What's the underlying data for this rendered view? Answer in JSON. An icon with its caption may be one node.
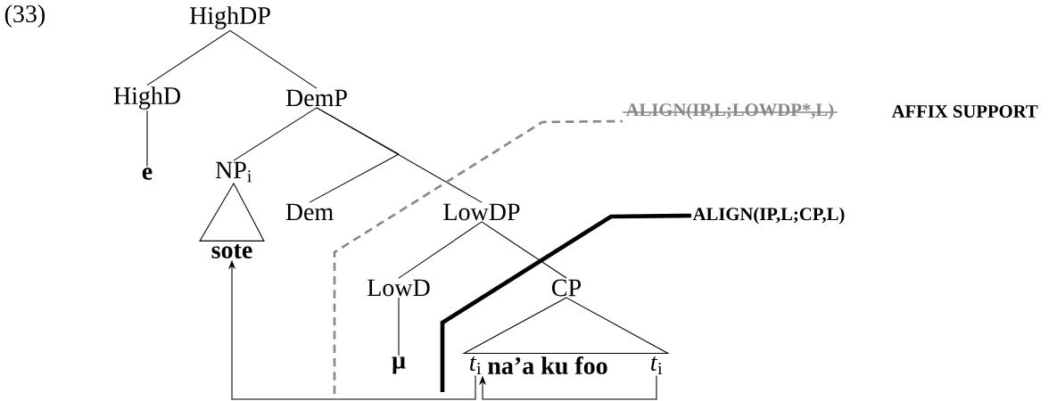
{
  "diagram": {
    "nodes": [
      {
        "text": [
          "HighDP"
        ]
      },
      {
        "text": [
          "HighD"
        ]
      },
      {
        "text": [
          "DemP"
        ]
      },
      {
        "text": [
          "e"
        ]
      },
      {
        "text": [
          "NP$_{i}$"
        ]
      },
      {
        "text": [
          "Dem"
        ]
      },
      {
        "text": [
          "LowDP"
        ]
      },
      {
        "text": [
          "sote"
        ]
      },
      {
        "text": [
          "LowD"
        ]
      },
      {
        "text": [
          "CP"
        ]
      },
      {
        "text": [
          "μ"
        ]
      },
      {
        "text": [
          "*t*$_{i}$"
        ]
      },
      {
        "text": [
          "na’a ku foo"
        ]
      },
      {
        "text": [
          "*t*$_{i}$"
        ]
      },
      {
        "text": [
          "ALIGN(IP,L;LOWDP*,L)"
        ]
      },
      {
        "text": [
          "AFFIX SUPPORT"
        ]
      },
      {
        "text": [
          "ALIGN(IP,L;CP,L)"
        ]
      }
    ],
    "edges": [
      {
        "from": 0,
        "to": 1,
        "arrow": "none"
      },
      {
        "from": 0,
        "to": 2,
        "arrow": "none"
      },
      {
        "from": 1,
        "to": 3,
        "arrow": "none"
      },
      {
        "from": 2,
        "to": 4,
        "arrow": "none"
      },
      {
        "from": 2,
        "to": 5,
        "arrow": "none"
      },
      {
        "from": 2,
        "to": 6,
        "arrow": "none"
      },
      {
        "from": 4,
        "to": 7,
        "arrow": "none"
      },
      {
        "from": 6,
        "to": 8,
        "arrow": "none"
      },
      {
        "from": 6,
        "to": 9,
        "arrow": "none"
      },
      {
        "from": 8,
        "to": 10,
        "arrow": "none"
      },
      {
        "from": 9,
        "to": 12,
        "arrow": "none"
      },
      {
        "from": 11,
        "to": 7,
        "arrow": "to"
      },
      {
        "from": 13,
        "to": 11,
        "arrow": "to"
      },
      {
        "from": null,
        "to": 14,
        "arrow": "none",
        "style": "dashed",
        "color": "#888888"
      },
      {
        "from": null,
        "to": 16,
        "arrow": "none",
        "style": "thick"
      }
    ],
    "labels": [
      "(33)"
    ]
  }
}
